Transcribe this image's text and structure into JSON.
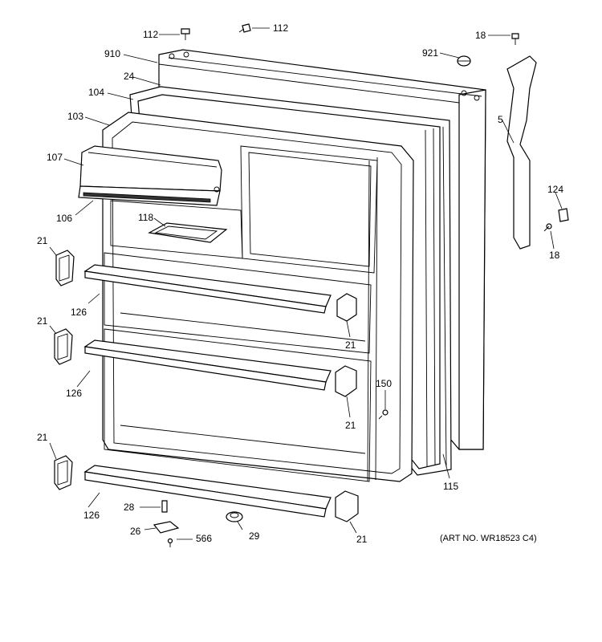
{
  "callouts": {
    "c112a": "112",
    "c112b": "112",
    "c910": "910",
    "c24": "24",
    "c104": "104",
    "c103": "103",
    "c107": "107",
    "c106": "106",
    "c118": "118",
    "c21a": "21",
    "c21b": "21",
    "c21c": "21",
    "c21d": "21",
    "c21e": "21",
    "c21f": "21",
    "c126a": "126",
    "c126b": "126",
    "c126c": "126",
    "c150": "150",
    "c115": "115",
    "c28": "28",
    "c26": "26",
    "c566": "566",
    "c29": "29",
    "c18a": "18",
    "c18b": "18",
    "c921": "921",
    "c5": "5",
    "c124": "124"
  },
  "art_number": "(ART NO. WR18523 C4)"
}
